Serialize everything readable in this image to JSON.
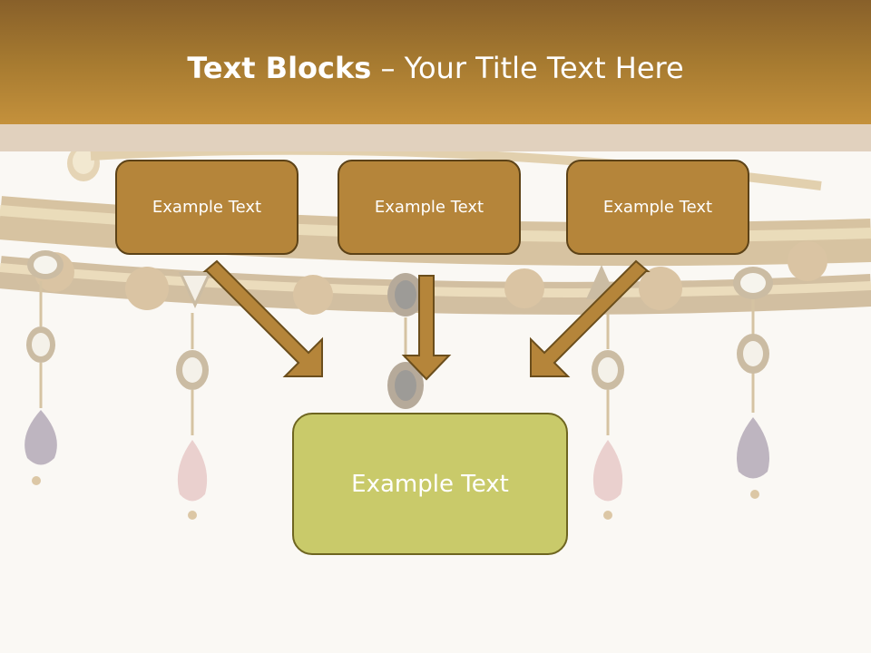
{
  "title": {
    "bold": "Text Blocks",
    "rest": " – Your Title Text Here"
  },
  "blocks": [
    {
      "label": "Example Text"
    },
    {
      "label": "Example Text"
    },
    {
      "label": "Example Text"
    }
  ],
  "target": {
    "label": "Example Text"
  },
  "colors": {
    "header": "#a67a30",
    "top_box": "#b5853a",
    "bottom_box": "#c9ca6a",
    "arrow": "#b5853a",
    "background": "#faf8f4"
  },
  "background_image": "gold-bangle-with-drops-image"
}
